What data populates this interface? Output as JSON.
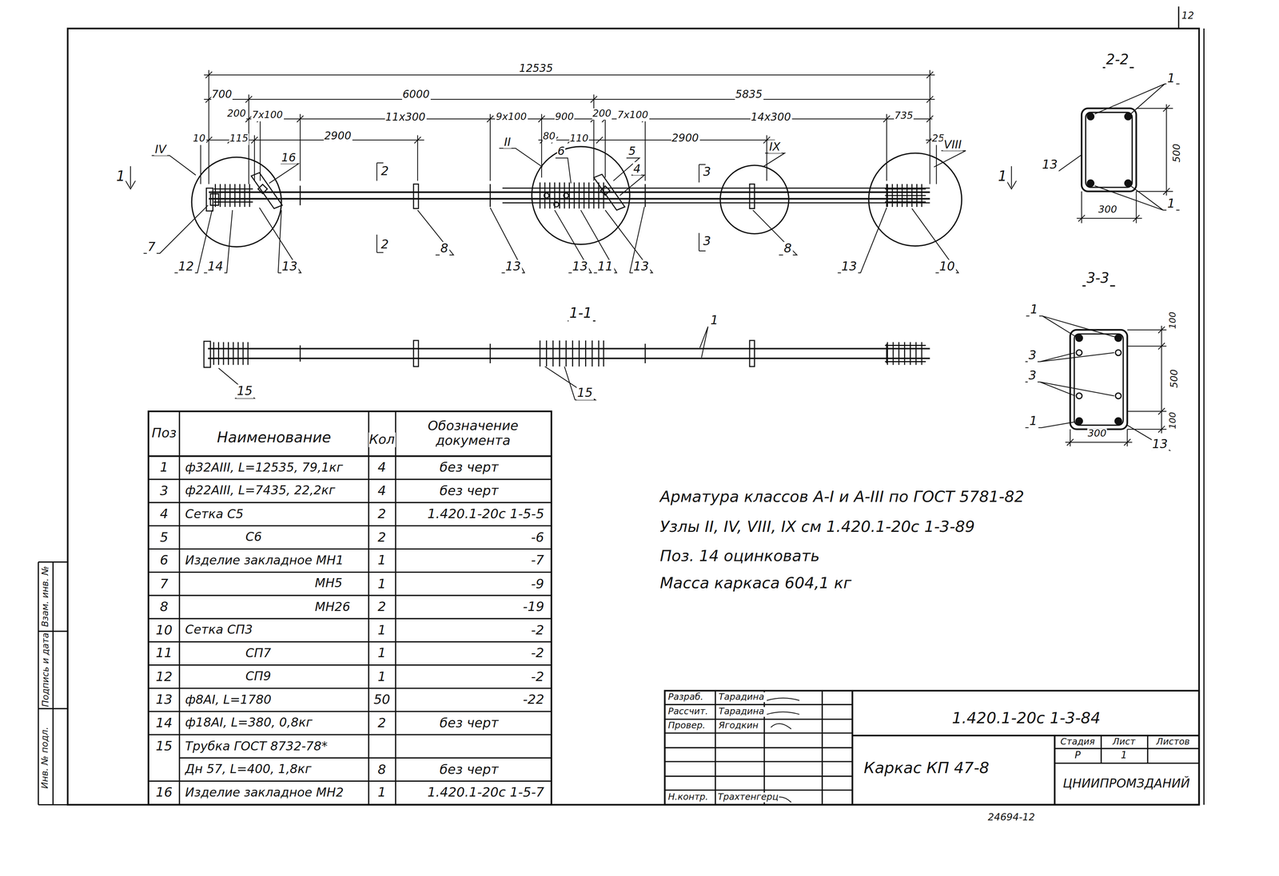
{
  "diagram": {
    "labels": [
      "12535",
      "700",
      "6000",
      "5835",
      "200",
      "7х100",
      "11х300",
      "9х100",
      "900",
      "200",
      "7х100",
      "14х300",
      "735",
      "2900",
      "2900",
      "10",
      "115",
      "80",
      "110",
      "25",
      "IV",
      "16",
      "II",
      "6",
      "5",
      "4",
      "IX",
      "VIII",
      "1",
      "1",
      "2",
      "2",
      "3",
      "3",
      "7",
      "12",
      "14",
      "13",
      "8",
      "13",
      "13",
      "11",
      "13",
      "8",
      "13",
      "10",
      "1-1",
      "1",
      "15",
      "15",
      "2-2",
      "1",
      "500",
      "13",
      "1",
      "300",
      "3-3",
      "1",
      "100",
      "3",
      "3",
      "500",
      "1",
      "100",
      "300",
      "13",
      "Арматура классов А-I и А-III по ГОСТ 5781-82",
      "Узлы II, IV, VIII, IX см 1.420.1-20с 1-3-89",
      "Поз. 14 оцинковать",
      "Масса каркаса 604,1 кг",
      "Поз",
      "Наименование",
      "Кол",
      "Обозначение документа",
      "1",
      "ф32АIII, L=12535, 79,1кг",
      "4",
      "без черт",
      "3",
      "ф22АIII, L=7435, 22,2кг",
      "4",
      "без черт",
      "4",
      "Сетка С5",
      "2",
      "1.420.1-20с 1-5-5",
      "5",
      "С6",
      "2",
      "-6",
      "6",
      "Изделие закладное МН1",
      "1",
      "-7",
      "7",
      "МН5",
      "1",
      "-9",
      "8",
      "МН26",
      "2",
      "-19",
      "10",
      "Сетка СП3",
      "1",
      "-2",
      "11",
      "СП7",
      "1",
      "-2",
      "12",
      "СП9",
      "1",
      "-2",
      "13",
      "ф8АI, L=1780",
      "50",
      "-22",
      "14",
      "ф18АI, L=380, 0,8кг",
      "2",
      "без черт",
      "15",
      "Трубка ГОСТ 8732-78*",
      "Дн 57, L=400, 1,8кг",
      "8",
      "без черт",
      "16",
      "Изделие закладное МН2",
      "1",
      "1.420.1-20с 1-5-7",
      "Разраб.",
      "Тарадина",
      "Рассчит.",
      "Тарадина",
      "Провер.",
      "Ягодкин",
      "Н.контр.",
      "Трахтенгерц",
      "1.420.1-20с 1-3-84",
      "Каркас КП 47-8",
      "Стадия",
      "Лист",
      "Листов",
      "Р",
      "1",
      "ЦНИИПРОМЗДАНИЙ",
      "24694-12",
      "12",
      "Взам. инв. №",
      "Подпись и дата",
      "Инв. № подл."
    ]
  }
}
